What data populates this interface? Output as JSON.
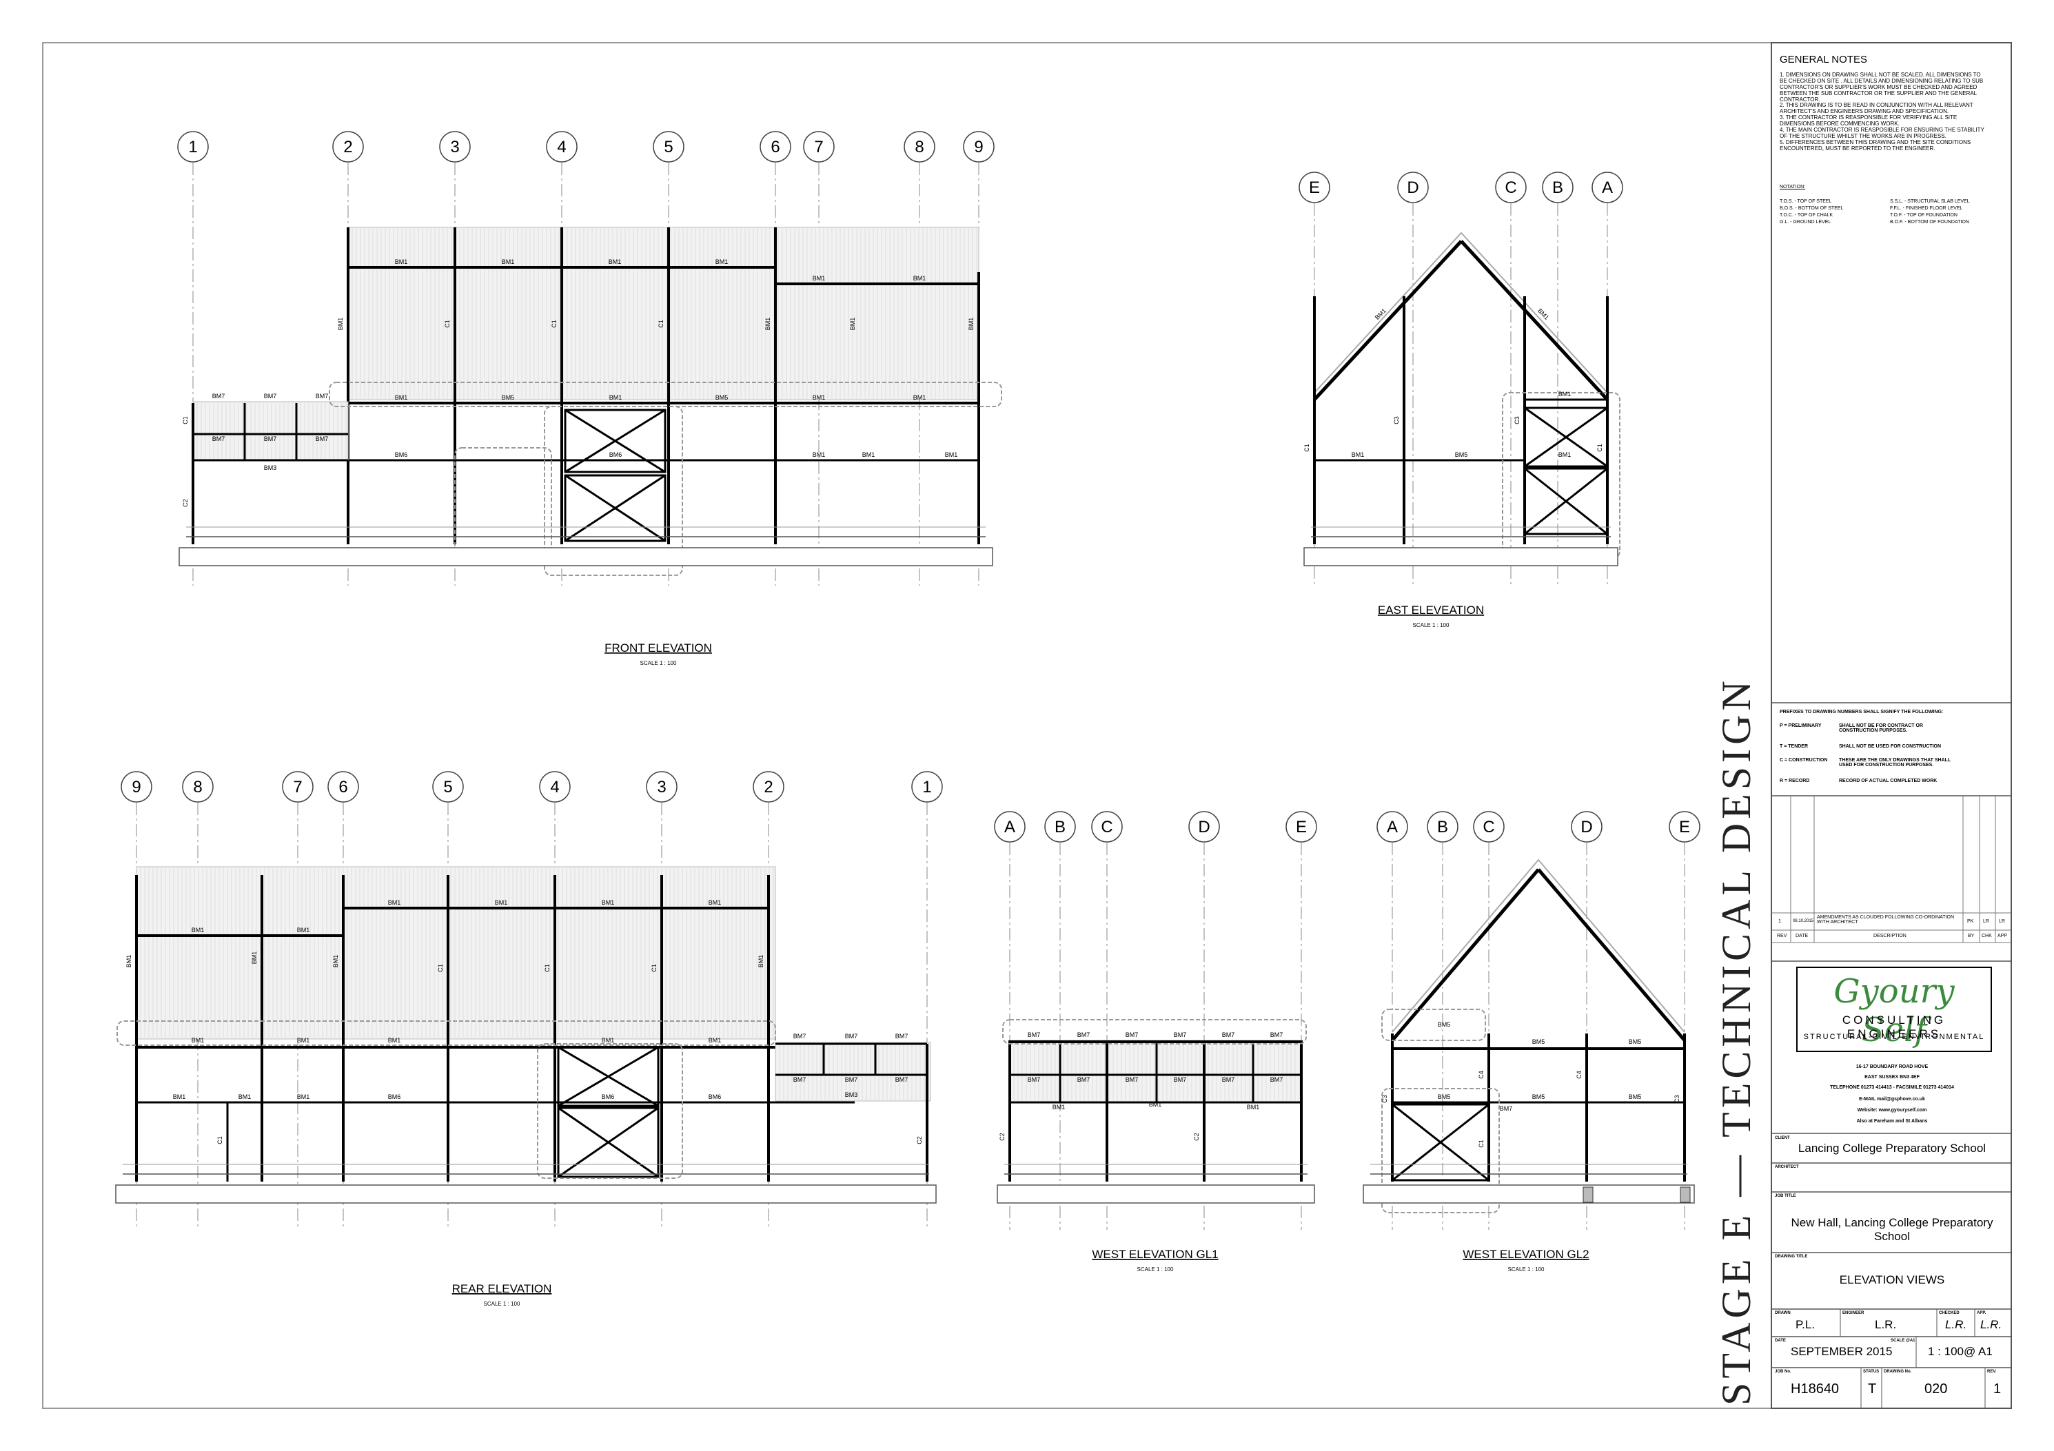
{
  "drawing": {
    "stage_title": "STAGE E  —  TECHNICAL DESIGN",
    "views": {
      "front": {
        "title": "FRONT ELEVATION",
        "scale": "SCALE 1 : 100",
        "grid": [
          "1",
          "2",
          "3",
          "4",
          "5",
          "6",
          "7",
          "8",
          "9"
        ]
      },
      "east": {
        "title": "EAST ELEVEATION",
        "scale": "SCALE 1 : 100",
        "grid": [
          "E",
          "D",
          "C",
          "B",
          "A"
        ]
      },
      "rear": {
        "title": "REAR ELEVATION",
        "scale": "SCALE 1 : 100",
        "grid": [
          "9",
          "8",
          "7",
          "6",
          "5",
          "4",
          "3",
          "2",
          "1"
        ]
      },
      "west1": {
        "title": "WEST ELEVATION GL1",
        "scale": "SCALE 1 : 100",
        "grid": [
          "A",
          "B",
          "C",
          "D",
          "E"
        ]
      },
      "west2": {
        "title": "WEST ELEVATION GL2",
        "scale": "SCALE 1 : 100",
        "grid": [
          "A",
          "B",
          "C",
          "D",
          "E"
        ]
      }
    },
    "member_labels": {
      "bm1": "BM1",
      "bm3": "BM3",
      "bm5": "BM5",
      "bm6": "BM6",
      "bm7": "BM7",
      "c1": "C1",
      "c2": "C2",
      "c3": "C3",
      "c4": "C4"
    }
  },
  "general_notes": {
    "title": "GENERAL NOTES",
    "items": [
      "1.   DIMENSIONS ON DRAWING SHALL NOT BE SCALED. ALL DIMENSIONS TO BE CHECKED ON SITE . ALL DETAILS AND DIMENSIONING RELATING TO SUB CONTRACTOR'S OR SUPPLIER'S WORK MUST BE CHECKED AND AGREED BETWEEN THE SUB CONTRACTOR OR THE SUPPLIER AND THE GENERAL CONTRACTOR.",
      "2.   THIS DRAWING IS TO BE READ IN CONJUNCTION WITH ALL RELEVANT ARCHITECT'S AND ENGINEERS DRAWING AND SPECIFICATION.",
      "3.   THE CONTRACTOR IS REASPONSIBLE FOR VERIFYING ALL SITE DIMENSIONS BEFORE COMMENCING WORK.",
      "4.   THE MAIN CONTRACTOR IS REASPOSIBLE FOR ENSURING THE STABILITY OF THE STRUCTURE WHILST THE WORKS ARE IN PROGRESS.",
      "5.   DIFFERENCES BETWEEN THIS DRAWING AND THE SITE CONDITIONS ENCOUNTERED, MUST BE REPORTED TO THE ENGINEER."
    ],
    "notation_title": "NOTATION:",
    "notation_left": [
      "T.O.S. - TOP OF STEEL",
      "B.O.S. - BOTTOM OF STEEL",
      "T.O.C. - TOP OF CHALK",
      "G.L.     - GROUND LEVEL"
    ],
    "notation_right": [
      "S.S.L. - STRUCTURAL SLAB LEVEL",
      "F.F.L. - FINISHED FLOOR LEVEL",
      "T.O.F. - TOP OF FOUNDATION",
      "B.O.F. - BOTTOM OF FOUNDATION"
    ]
  },
  "prefixes": {
    "title": "PREFIXES TO DRAWING NUMBERS SHALL SIGNIFY THE FOLLOWING:",
    "rows": [
      {
        "code": "P = PRELIMINARY",
        "desc": "SHALL NOT BE FOR CONTRACT OR CONSTRUCTION PURPOSES."
      },
      {
        "code": "T = TENDER",
        "desc": "SHALL NOT BE USED FOR CONSTRUCTION"
      },
      {
        "code": "C = CONSTRUCTION",
        "desc": "THESE ARE THE ONLY DRAWINGS THAT SHALL USED  FOR CONSTRUCTION PURPOSES."
      },
      {
        "code": "R = RECORD",
        "desc": "RECORD OF ACTUAL COMPLETED WORK"
      }
    ]
  },
  "revisions": {
    "headers": {
      "rev": "REV",
      "date": "DATE",
      "desc": "DESCRIPTION",
      "by": "BY",
      "chk": "CHK",
      "app": "APP"
    },
    "rows": [
      {
        "rev": "1",
        "date": "08.10.2015",
        "desc": "AMENDMENTS AS CLOUDED FOLLOWING CO-ORDINATION WITH ARCHITECT",
        "by": "PK",
        "chk": "LR",
        "app": "LR"
      }
    ]
  },
  "company": {
    "name": "Gyoury Self",
    "line1": "CONSULTING ENGINEERS",
    "line2": "STRUCTURAL-CIVIL-ENVIRONMENTAL",
    "address": [
      "16-17 BOUNDARY ROAD HOVE",
      "EAST SUSSEX BN3 4EF",
      "TELEPHONE 01273 414413 - FACSIMILE 01273 414014",
      "E-MAIL mail@gsphove.co.uk",
      "Website: www.gyouryself.com",
      "Also at Fareham and St Albans"
    ]
  },
  "title_block": {
    "client_label": "CLIENT",
    "client": "Lancing College Preparatory School",
    "architect_label": "ARCHITECT",
    "architect": "",
    "job_title_label": "JOB TITLE",
    "job_title": "New Hall, Lancing College Preparatory School",
    "drawing_title_label": "DRAWING TITLE",
    "drawing_title": "ELEVATION VIEWS",
    "drawn_label": "DRAWN",
    "drawn": "P.L.",
    "engineer_label": "ENGINEER",
    "engineer": "L.R.",
    "checked_label": "CHECKED",
    "checked": "L.R.",
    "app_label": "APP.",
    "app": "L.R.",
    "date_label": "DATE",
    "date": "SEPTEMBER 2015",
    "scale_label": "SCALE @A1",
    "scale": "1 : 100@ A1",
    "job_no_label": "JOB No.",
    "job_no": "H18640",
    "status_label": "STATUS",
    "status": "T",
    "drawing_no_label": "DRAWING No.",
    "drawing_no": "020",
    "rev_label": "REV.",
    "rev": "1"
  }
}
